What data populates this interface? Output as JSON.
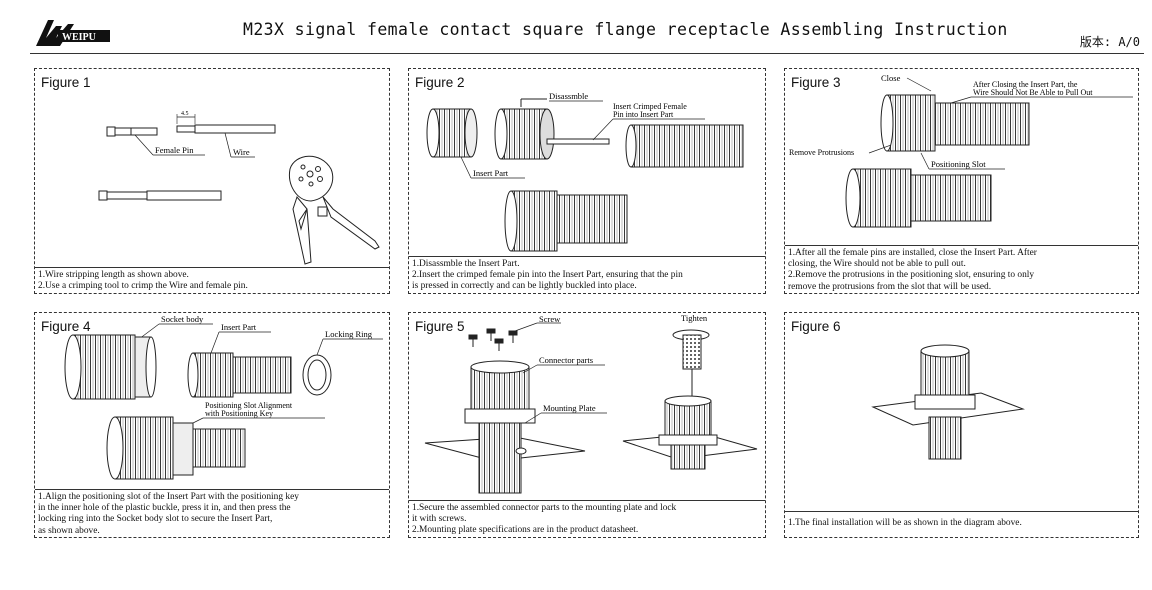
{
  "header": {
    "logo_text": "WEIPU",
    "title": "M23X signal female contact square flange receptacle Assembling Instruction",
    "version": "版本: A/0"
  },
  "figures": [
    {
      "title": "Figure 1",
      "labels": {
        "dim": "4.5",
        "female_pin": "Female Pin",
        "wire": "Wire"
      },
      "caption": [
        "1.Wire stripping length as shown above.",
        "2.Use a crimping tool to crimp the Wire and female pin."
      ]
    },
    {
      "title": "Figure 2",
      "labels": {
        "disassemble": "Disassmble",
        "insert_crimped_1": "Insert Crimped Female",
        "insert_crimped_2": "Pin into Insert Part",
        "insert_part": "Insert Part"
      },
      "caption": [
        "1.Disassmble the Insert Part.",
        "2.Insert the crimped female pin into the Insert Part, ensuring that the pin",
        "is pressed in correctly and can be lightly buckled into place."
      ]
    },
    {
      "title": "Figure 3",
      "labels": {
        "close": "Close",
        "after_closing_1": "After Closing the Insert Part, the",
        "after_closing_2": "Wire Should Not Be Able to Pull Out",
        "remove_protrusions": "Remove Protrusions",
        "positioning_slot": "Positioning Slot"
      },
      "caption": [
        "1.After all the female pins are installed, close the Insert Part. After",
        "closing, the Wire should not be able to pull out.",
        "2.Remove the protrusions in the positioning slot, ensuring to only",
        "remove the protrusions from the slot that will be used."
      ]
    },
    {
      "title": "Figure 4",
      "labels": {
        "socket_body": "Socket body",
        "insert_part": "Insert Part",
        "locking_ring": "Locking Ring",
        "alignment_1": "Positioning Slot Alignment",
        "alignment_2": "with Positioning Key"
      },
      "caption": [
        "1.Align the positioning slot of the Insert Part with the positioning key",
        "in the inner hole of the plastic buckle, press it in, and then press the",
        "locking ring into the Socket body slot to secure the Insert Part,",
        "as shown above."
      ]
    },
    {
      "title": "Figure 5",
      "labels": {
        "screw": "Screw",
        "tighten": "Tighten",
        "connector_parts": "Connector parts",
        "mounting_plate": "Mounting Plate"
      },
      "caption": [
        "1.Secure the assembled connector parts to the mounting plate and lock",
        "it with screws.",
        "2.Mounting plate specifications are in the product datasheet."
      ]
    },
    {
      "title": "Figure 6",
      "labels": {},
      "caption": [
        "1.The final installation will be as shown in the diagram above."
      ]
    }
  ]
}
